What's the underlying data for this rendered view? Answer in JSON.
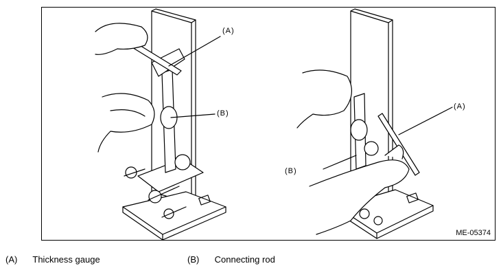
{
  "figure": {
    "id": "ME-05374",
    "left_callouts": {
      "a": "(A)",
      "b": "(B)"
    },
    "right_callouts": {
      "a": "(A)",
      "b": "(B)"
    }
  },
  "legend": [
    {
      "key": "(A)",
      "label": "Thickness gauge"
    },
    {
      "key": "(B)",
      "label": "Connecting rod"
    }
  ]
}
